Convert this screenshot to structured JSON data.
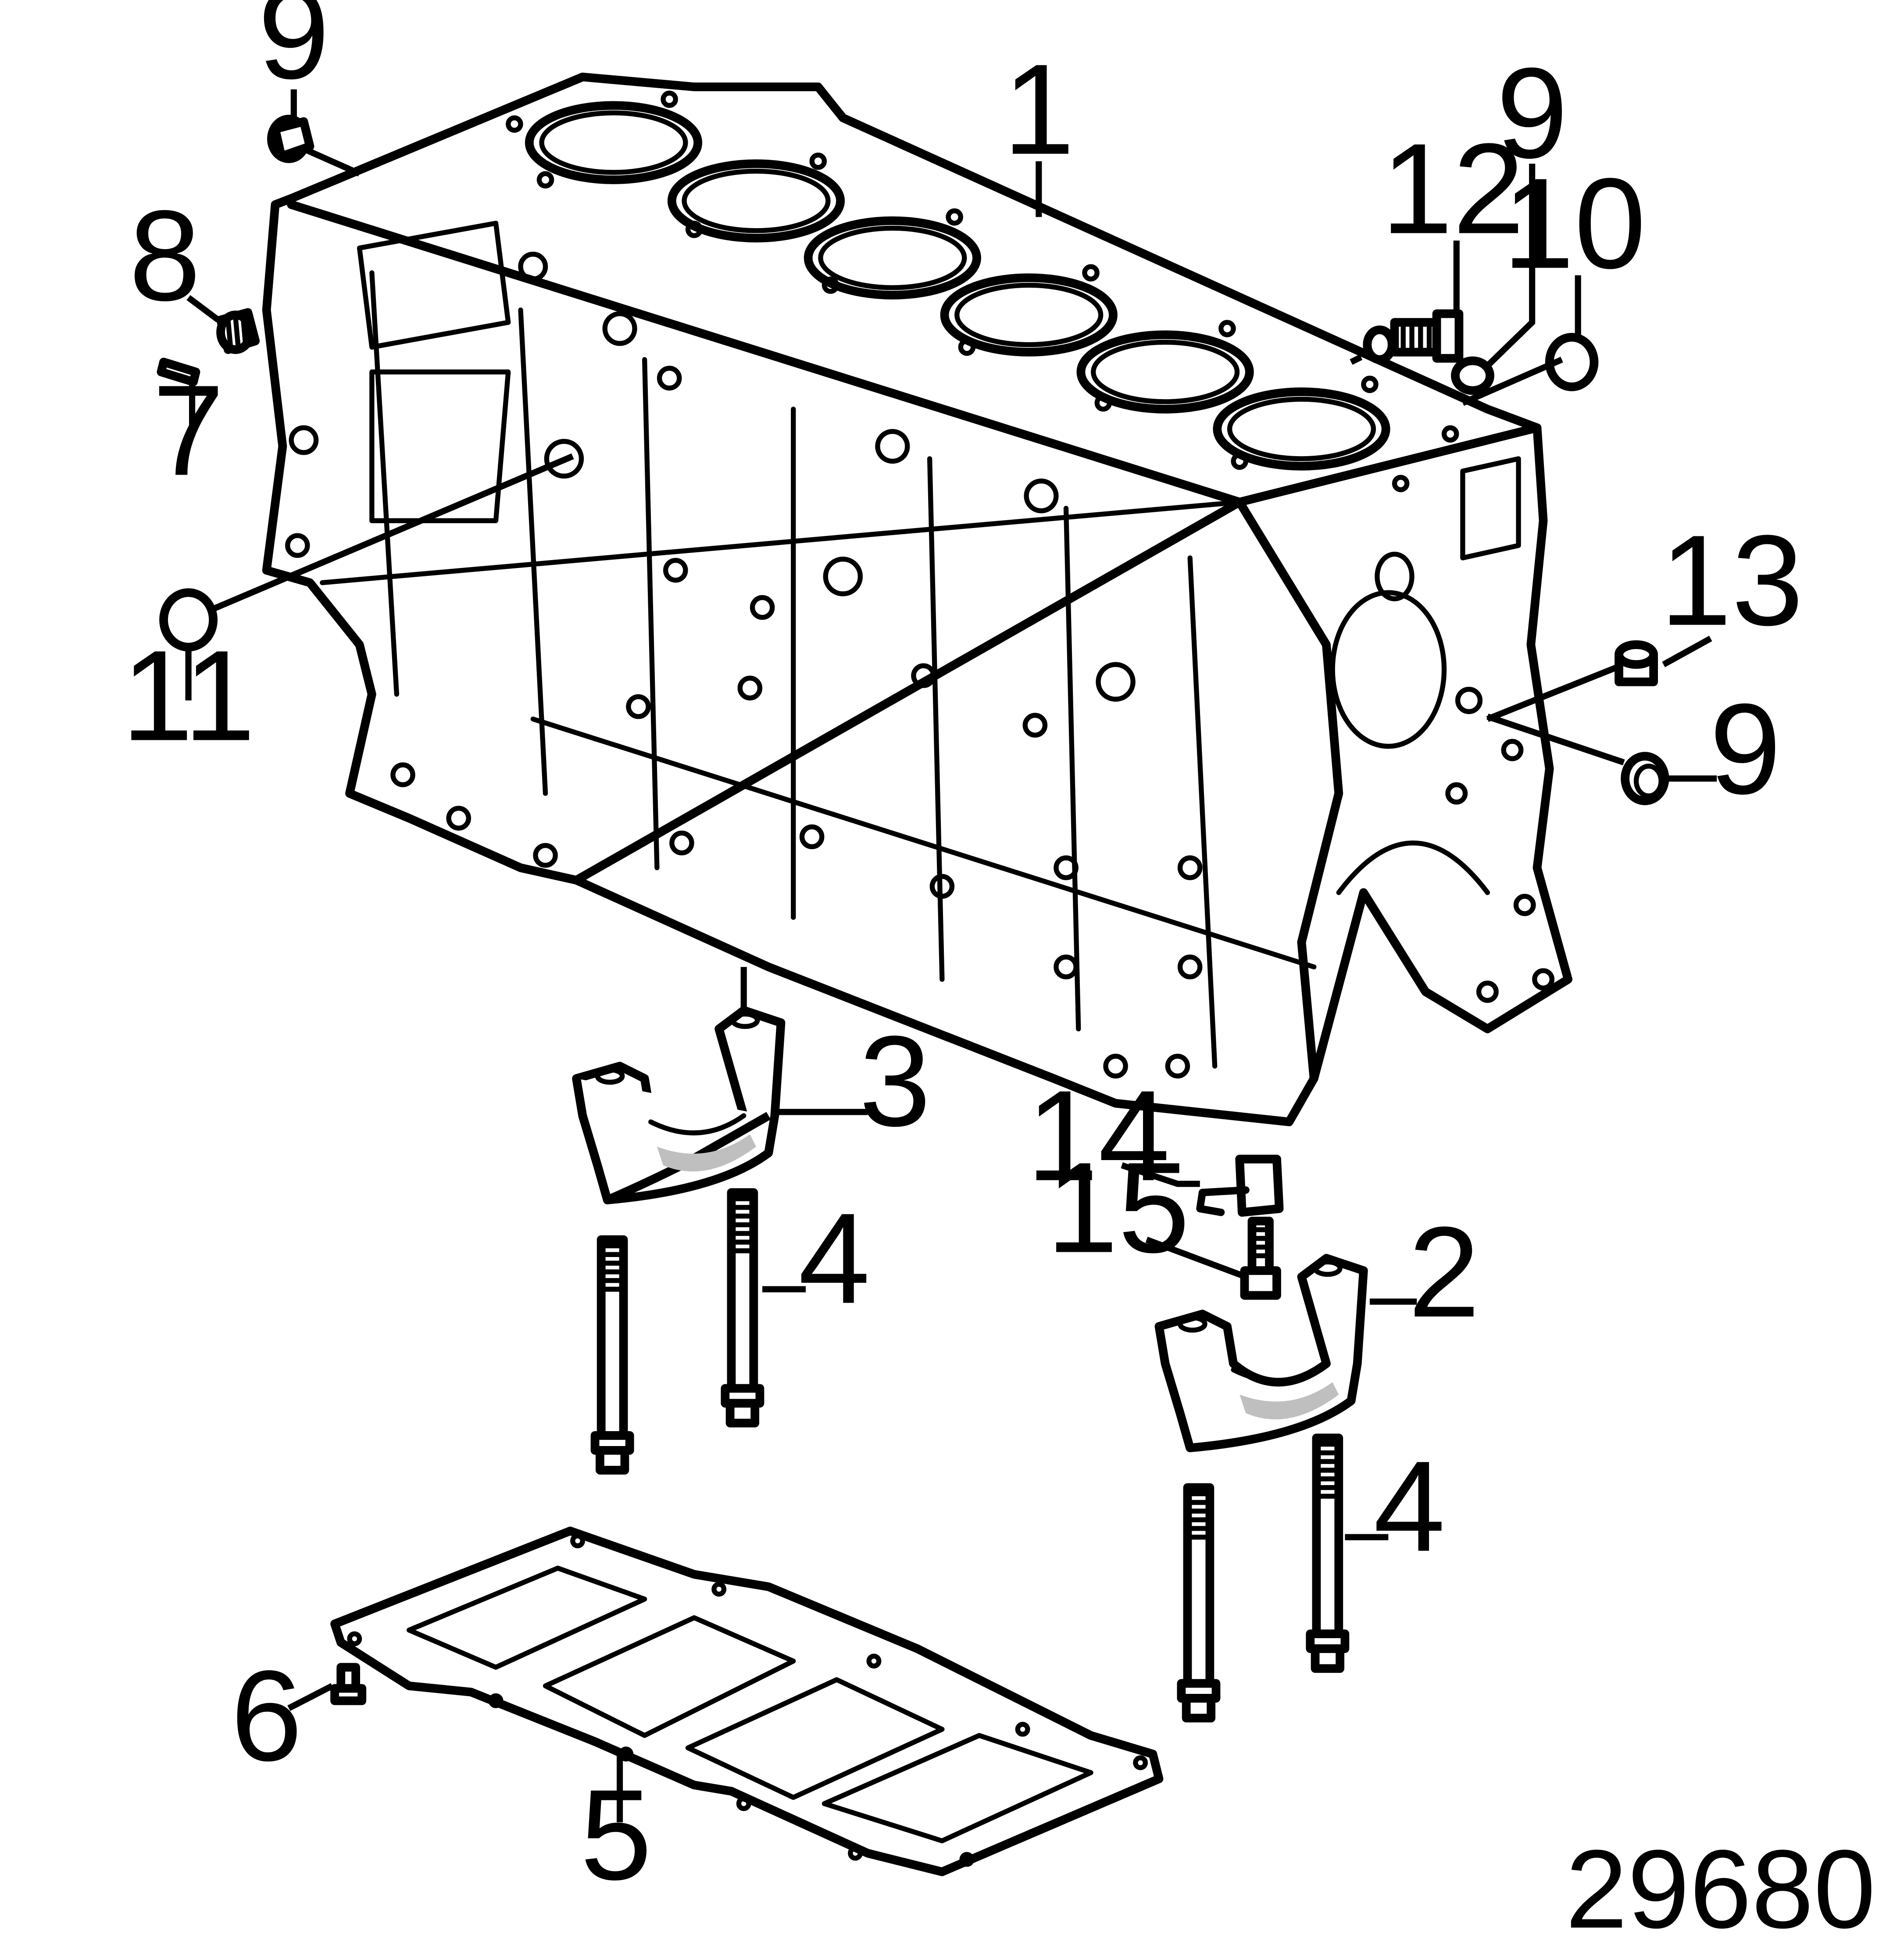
{
  "figure_number": "29680",
  "callouts": [
    {
      "id": "c1",
      "text": "1"
    },
    {
      "id": "c2",
      "text": "2"
    },
    {
      "id": "c3",
      "text": "3"
    },
    {
      "id": "c4a",
      "text": "4"
    },
    {
      "id": "c4b",
      "text": "4"
    },
    {
      "id": "c5",
      "text": "5"
    },
    {
      "id": "c6",
      "text": "6"
    },
    {
      "id": "c7",
      "text": "7"
    },
    {
      "id": "c8",
      "text": "8"
    },
    {
      "id": "c9a",
      "text": "9"
    },
    {
      "id": "c9b",
      "text": "9"
    },
    {
      "id": "c9c",
      "text": "9"
    },
    {
      "id": "c10",
      "text": "10"
    },
    {
      "id": "c11",
      "text": "11"
    },
    {
      "id": "c12",
      "text": "12"
    },
    {
      "id": "c13",
      "text": "13"
    },
    {
      "id": "c14",
      "text": "14"
    },
    {
      "id": "c15",
      "text": "15"
    }
  ]
}
